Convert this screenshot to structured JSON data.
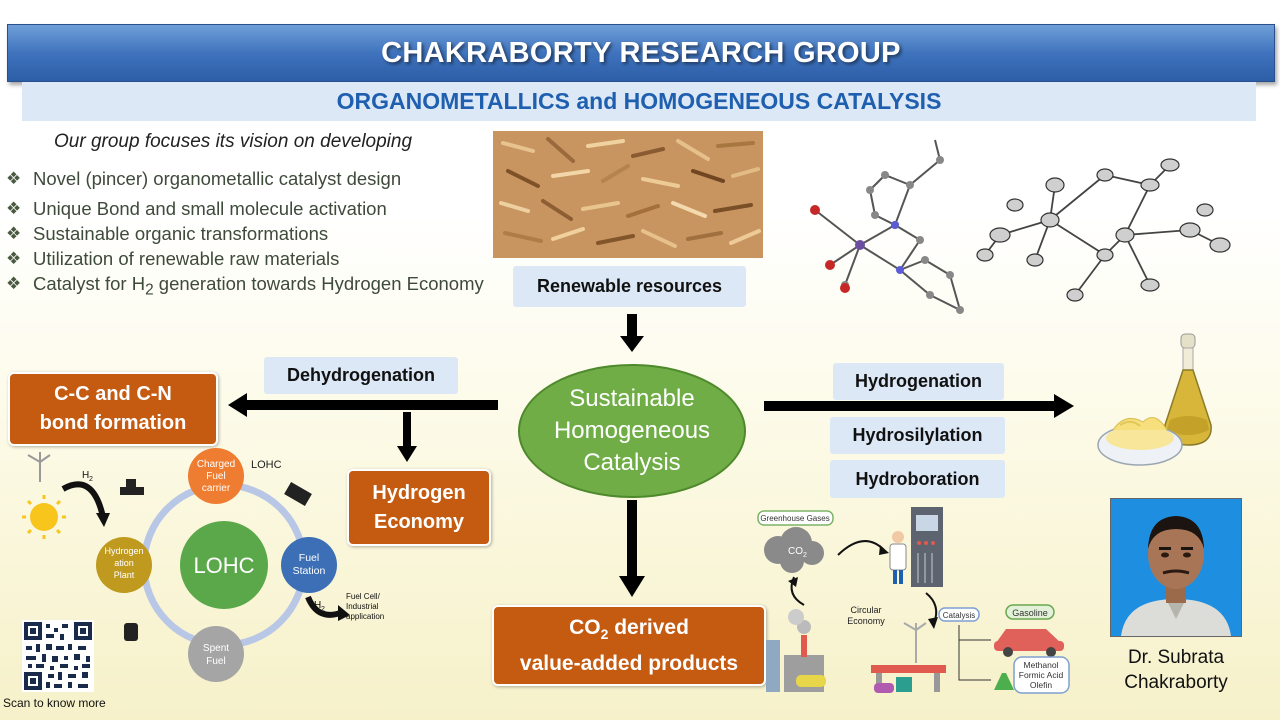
{
  "header": {
    "title": "CHAKRABORTY RESEARCH GROUP",
    "subtitle": "ORGANOMETALLICS and HOMOGENEOUS CATALYSIS"
  },
  "intro": "Our group focuses its vision on developing",
  "bullets": [
    "Novel (pincer) organometallic catalyst design",
    "Unique Bond and small molecule activation",
    "Sustainable organic transformations",
    "Utilization of renewable raw materials",
    "Catalyst for H2 generation towards Hydrogen Economy"
  ],
  "bullet_parts": {
    "pre": "Catalyst for H",
    "sub": "2",
    "post": " generation towards Hydrogen Economy"
  },
  "renewable_label": "Renewable resources",
  "hub": {
    "line1": "Sustainable",
    "line2": "Homogeneous",
    "line3": "Catalysis"
  },
  "left_labels": {
    "dehydrogenation": "Dehydrogenation",
    "cc_line1": "C-C and C-N",
    "cc_line2": "bond formation",
    "h2_line1": "Hydrogen",
    "h2_line2": "Economy"
  },
  "right_labels": {
    "hydrogenation": "Hydrogenation",
    "hydrosilylation": "Hydrosilylation",
    "hydroboration": "Hydroboration"
  },
  "co2": {
    "pre": "CO",
    "sub": "2",
    "post": " derived",
    "line2": "value-added products"
  },
  "lohc": {
    "center": "LOHC",
    "tag": "LOHC",
    "charged_1": "Charged",
    "charged_2": "Fuel",
    "charged_3": "carrier",
    "station_1": "Fuel",
    "station_2": "Station",
    "spent_1": "Spent",
    "spent_2": "Fuel",
    "plant_1": "Hydrogen",
    "plant_2": "ation",
    "plant_3": "Plant",
    "h2": "H",
    "h2_sub": "2",
    "app_1": "Fuel Cell/",
    "app_2": "Industrial",
    "app_3": "application"
  },
  "circular": {
    "ghg": "Greenhouse Gases",
    "co2": "CO",
    "co2_sub": "2",
    "circ_1": "Circular",
    "circ_2": "Economy",
    "catalysis": "Catalysis",
    "gasoline": "Gasoline",
    "prod_1": "Methanol",
    "prod_2": "Formic Acid",
    "prod_3": "Olefin"
  },
  "qr_caption": "Scan to know more",
  "author": {
    "line1": "Dr. Subrata",
    "line2": "Chakraborty"
  },
  "colors": {
    "title_blue": "#3f73bd",
    "subtitle_text": "#1f5fb0",
    "label_bg": "#dce8f6",
    "orange": "#c55a11",
    "green": "#70ad47"
  }
}
